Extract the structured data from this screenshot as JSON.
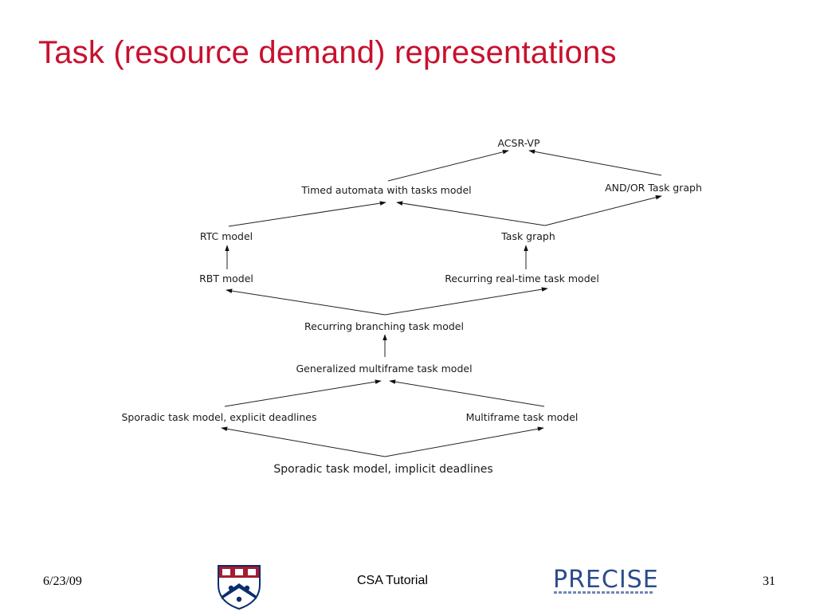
{
  "slide": {
    "title": "Task (resource demand) representations"
  },
  "diagram": {
    "nodes": {
      "acsr_vp": "ACSR-VP",
      "timed_automata": "Timed automata with tasks model",
      "and_or_task_graph": "AND/OR Task graph",
      "rtc_model": "RTC model",
      "task_graph": "Task graph",
      "rbt_model": "RBT model",
      "recurring_rt_task_model": "Recurring real-time task model",
      "recurring_branching": "Recurring branching task model",
      "generalized_multiframe": "Generalized multiframe task model",
      "sporadic_explicit": "Sporadic task model, explicit deadlines",
      "multiframe": "Multiframe task model",
      "sporadic_implicit": "Sporadic task model, implicit deadlines"
    }
  },
  "footer": {
    "date": "6/23/09",
    "center": "CSA Tutorial",
    "page_number": "31",
    "logo_text": "PRECISE",
    "shield_icon": "penn-shield-icon",
    "colors": {
      "title": "#c8102e",
      "shield_red": "#a51c30",
      "shield_blue": "#0b2d6b",
      "logo_blue": "#2b4c8c"
    }
  }
}
